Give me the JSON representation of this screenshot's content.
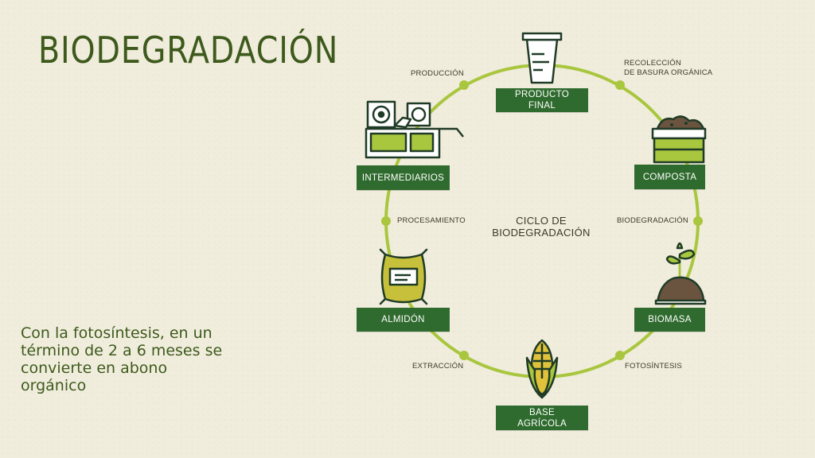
{
  "title": "BIODEGRADACIÓN",
  "note": "Con la fotosíntesis, en un término de 2 a 6 meses se convierte en abono orgánico",
  "center_label": "CICLO DE\nBIODEGRADACIÓN",
  "stages": {
    "producto_final": "PRODUCTO\nFINAL",
    "composta": "COMPOSTA",
    "biomasa": "BIOMASA",
    "base_agricola": "BASE\nAGRÍCOLA",
    "almidon": "ALMIDÓN",
    "intermediarios": "INTERMEDIARIOS"
  },
  "steps": {
    "recoleccion": "RECOLECCIÓN\nDE BASURA ORGÁNICA",
    "biodegradacion": "BIODEGRADACIÓN",
    "fotosintesis": "FOTOSÍNTESIS",
    "extraccion": "EXTRACCIÓN",
    "procesamiento": "PROCESAMIENTO",
    "produccion": "PRODUCCIÓN"
  },
  "icons": {
    "producto_final": "cup-icon",
    "composta": "compost-bin-icon",
    "biomasa": "seedling-icon",
    "base_agricola": "corn-icon",
    "almidon": "starch-sack-icon",
    "intermediarios": "machine-icon"
  },
  "colors": {
    "background": "#f1eddd",
    "title": "#3d5a1c",
    "label_bg": "#2f6b2e",
    "cycle": "#a9c63f",
    "icon_fill": "#a9c63f",
    "icon_outline": "#1f3b26"
  }
}
